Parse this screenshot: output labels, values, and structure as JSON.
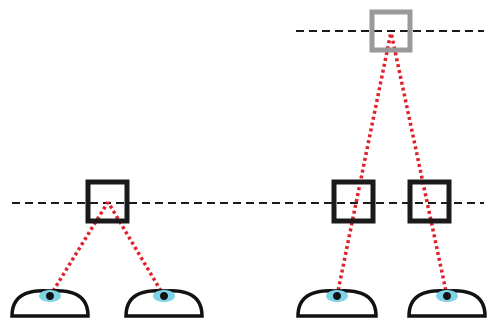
{
  "diagram": {
    "colors": {
      "background": "#ffffff",
      "dashed_line": "#1a1a1a",
      "box": "#1a1a1a",
      "far_box": "#9a9a9a",
      "sight_line": "#e0202a",
      "eye_outline": "#111111",
      "iris": "#7fd3e6",
      "pupil": "#111111"
    },
    "groups": [
      {
        "name": "near-view",
        "boxes": 1,
        "eyes": 2
      },
      {
        "name": "far-view",
        "boxes": 2,
        "far_boxes": 1,
        "eyes": 2
      }
    ]
  }
}
